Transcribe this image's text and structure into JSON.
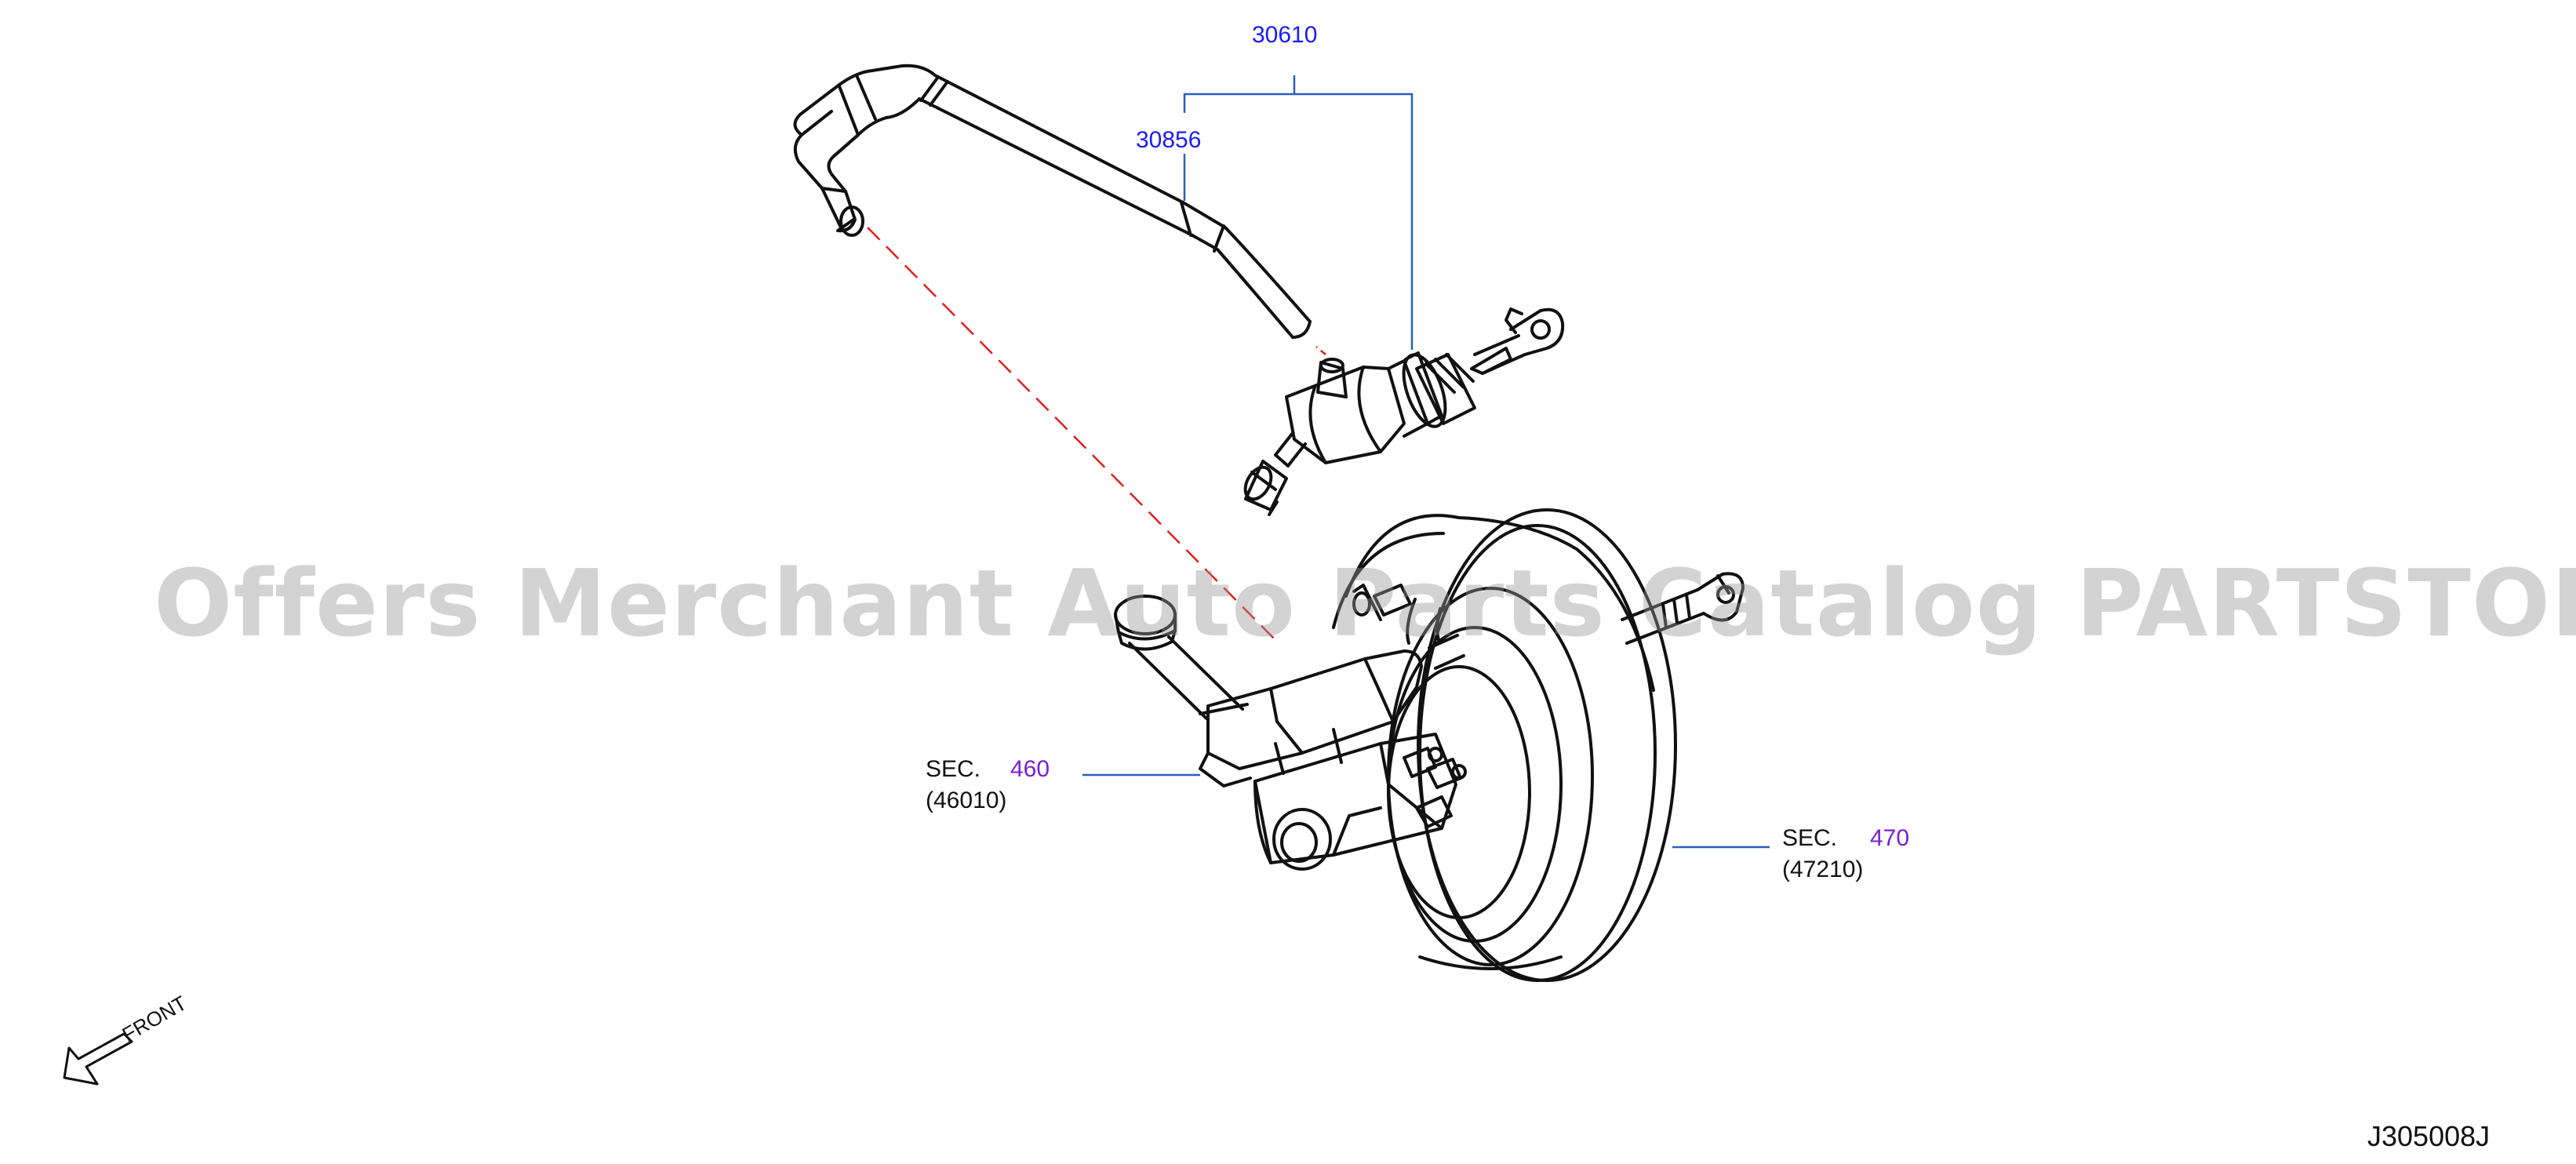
{
  "callouts": {
    "part_30610": "30610",
    "part_30856": "30856"
  },
  "sections": {
    "left": {
      "prefix": "SEC.",
      "number": "460",
      "sub": "(46010)"
    },
    "right": {
      "prefix": "SEC.",
      "number": "470",
      "sub": "(47210)"
    }
  },
  "front_label": "FRONT",
  "diagram_code": "J305008J",
  "watermark": "Offers Merchant Auto Parts Catalog PARTSTORE.SA",
  "colors": {
    "leader_blue": "#2b5fbf",
    "part_number_blue": "#1a1aff",
    "section_purple": "#7a1fd6",
    "dash_red": "#e02020",
    "linework": "#111111"
  }
}
